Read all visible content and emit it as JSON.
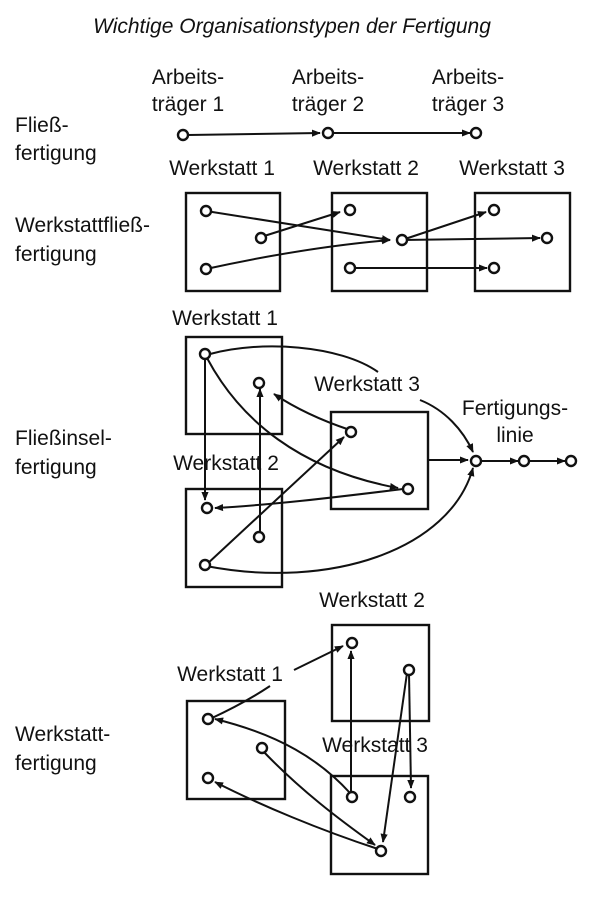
{
  "title": "Wichtige Organisationstypen der Fertigung",
  "rows": {
    "fliess": {
      "label_line1": "Fließ-",
      "label_line2": "fertigung"
    },
    "werkstattfliess": {
      "label_line1": "Werkstattfließ-",
      "label_line2": "fertigung"
    },
    "fliessinsel": {
      "label_line1": "Fließinsel-",
      "label_line2": "fertigung"
    },
    "werkstatt": {
      "label_line1": "Werkstatt-",
      "label_line2": "fertigung"
    }
  },
  "arbeitstraeger": [
    {
      "line1": "Arbeits-",
      "line2": "träger 1"
    },
    {
      "line1": "Arbeits-",
      "line2": "träger 2"
    },
    {
      "line1": "Arbeits-",
      "line2": "träger 3"
    }
  ],
  "werkstatt_labels": {
    "w1": "Werkstatt 1",
    "w2": "Werkstatt 2",
    "w3": "Werkstatt 3"
  },
  "fertigungslinie": {
    "line1": "Fertigungs-",
    "line2": "linie"
  }
}
